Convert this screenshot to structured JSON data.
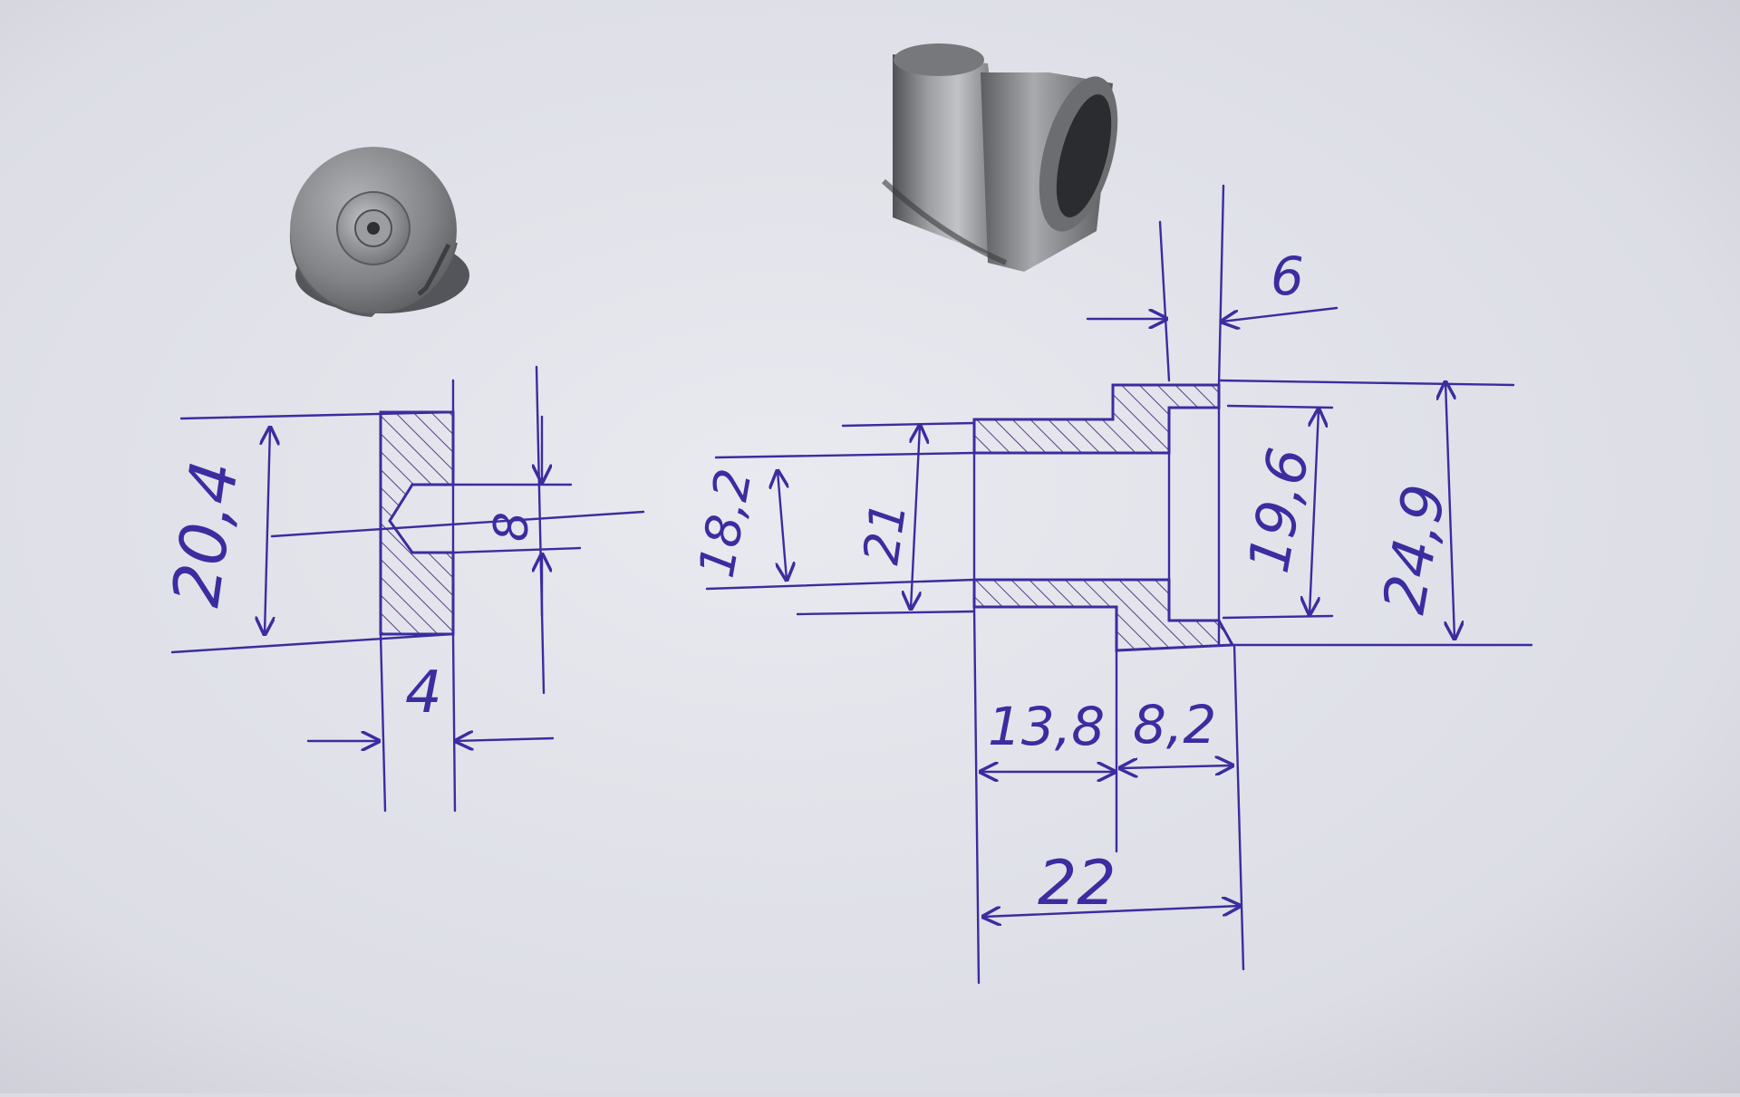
{
  "palette": {
    "paper_light": "#e6e7ee",
    "paper_dark": "#c9cad3",
    "ink": "#3b2ca0",
    "ink_hatch": "#5a3b8a",
    "metal_light": "#a6a7ab",
    "metal_mid": "#6f7074",
    "metal_dark": "#3e3f43"
  },
  "objects": {
    "disk_part": "steel-disk",
    "bushing_part": "steel-flanged-bushing"
  },
  "sketch_disk": {
    "diameter": "20,4",
    "thickness": "4",
    "center_hole": "8"
  },
  "sketch_bushing": {
    "bore": "18,2",
    "body_diameter": "21",
    "flange_inner": "19,6",
    "flange_outer": "24,9",
    "flange_width": "6",
    "body_length": "13,8",
    "flange_length": "8,2",
    "total_length": "22"
  }
}
